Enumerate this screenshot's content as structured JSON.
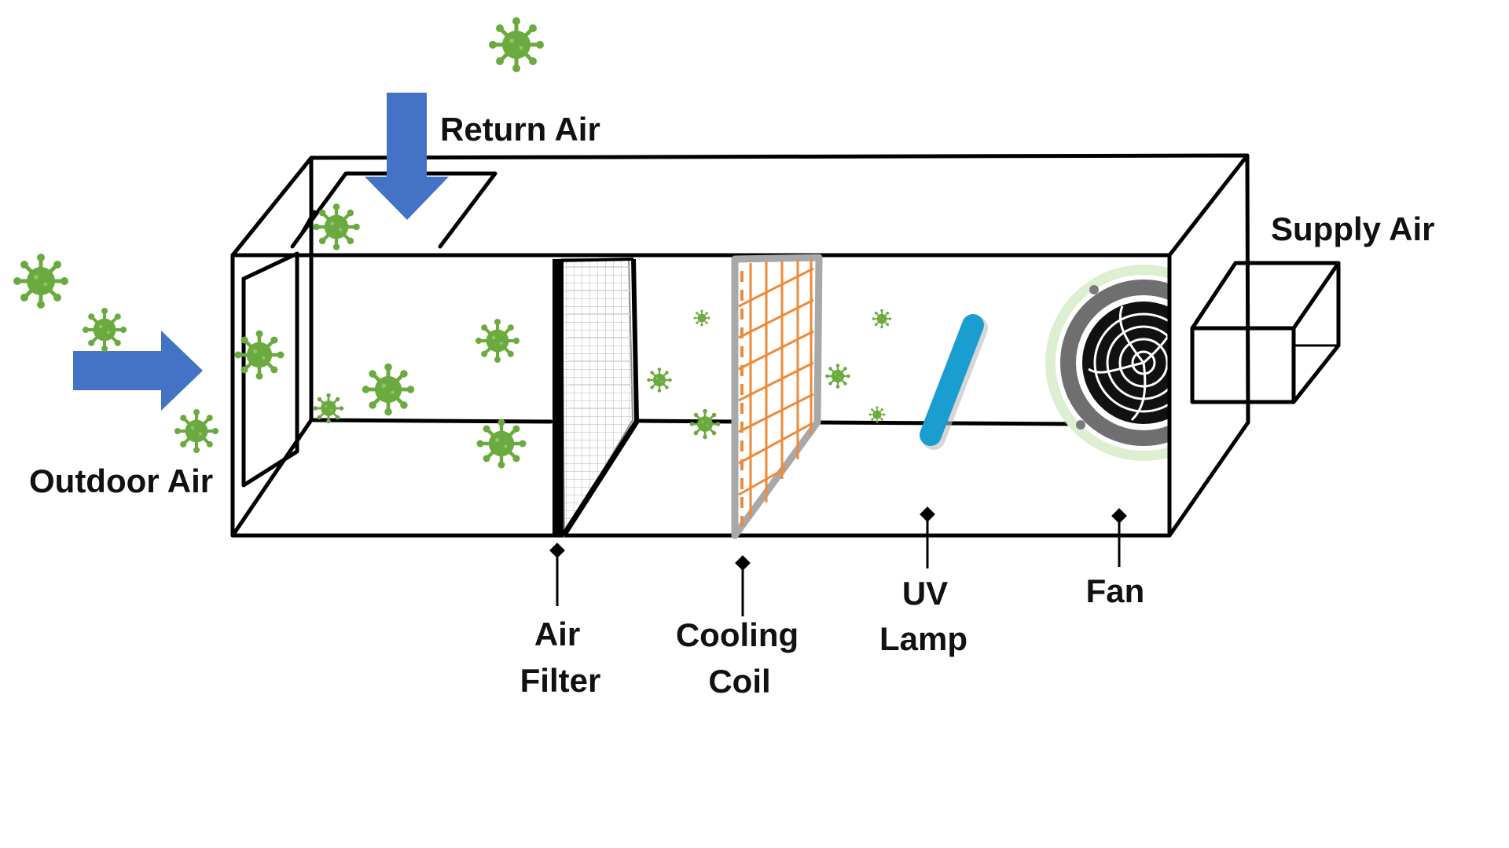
{
  "labels": {
    "return_air": "Return Air",
    "supply_air": "Supply Air",
    "outdoor_air": "Outdoor Air",
    "air_filter_line1": "Air",
    "air_filter_line2": "Filter",
    "cooling_coil_line1": "Cooling",
    "cooling_coil_line2": "Coil",
    "uv_lamp_line1": "UV",
    "uv_lamp_line2": "Lamp",
    "fan": "Fan"
  },
  "colors": {
    "arrow": "#4472C4",
    "virus": "#6aaa3e",
    "uv_lamp": "#1a9ed0",
    "coil_wire": "#ee8a3a",
    "coil_frame": "#a8a8a8",
    "fan_ring": "#6f6f6f",
    "fan_glow": "#dcefd0"
  },
  "icons": {
    "virus": "virus-icon",
    "flow_arrow": "arrow-icon"
  }
}
